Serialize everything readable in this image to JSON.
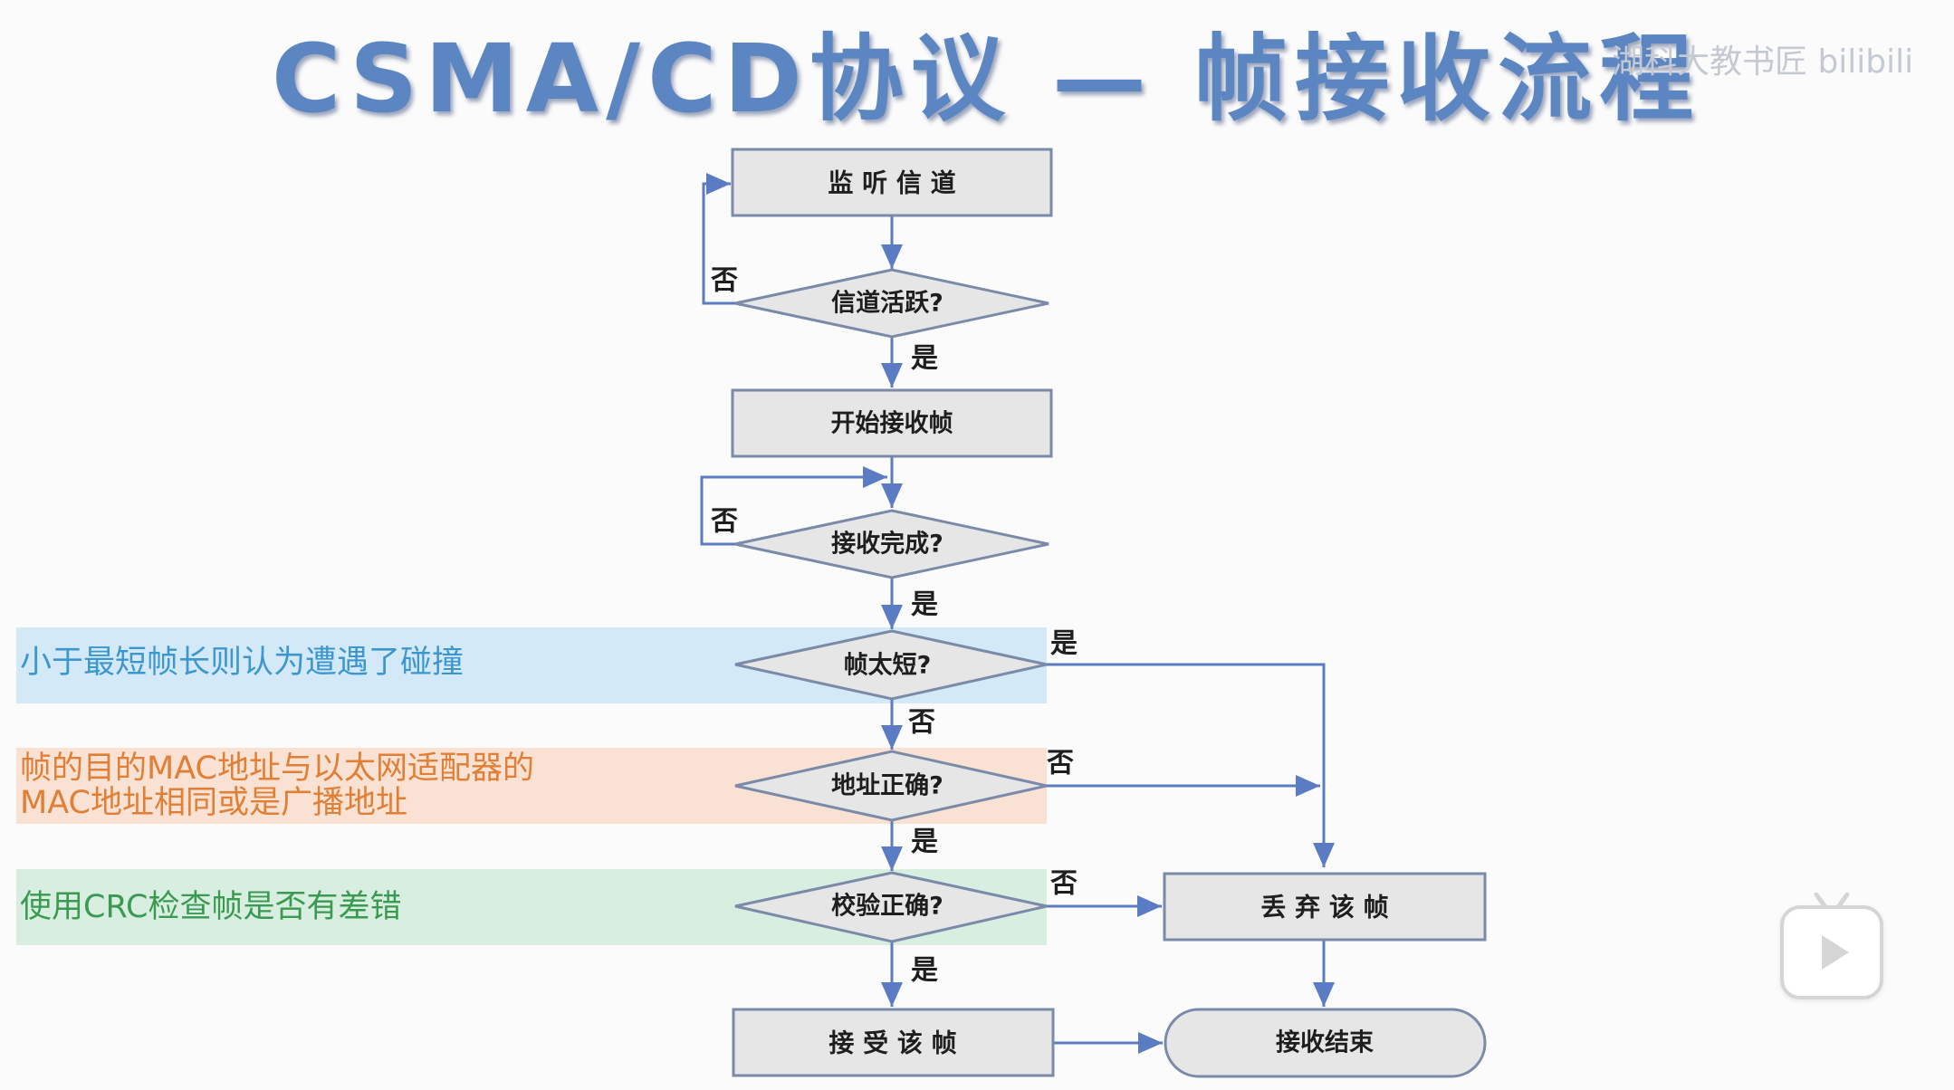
{
  "title": "CSMA/CD协议 — 帧接收流程",
  "watermark": "湖科大教书匠 bilibili",
  "nodes": {
    "listen": "监 听 信 道",
    "channel_active": "信道活跃?",
    "start_receive": "开始接收帧",
    "receive_done": "接收完成?",
    "frame_short": "帧太短?",
    "addr_ok": "地址正确?",
    "crc_ok": "校验正确?",
    "discard": "丢 弃 该 帧",
    "accept": "接 受 该 帧",
    "end": "接收结束"
  },
  "edge_labels": {
    "active_no": "否",
    "active_yes": "是",
    "done_no": "否",
    "done_yes": "是",
    "short_yes": "是",
    "short_no": "否",
    "addr_no": "否",
    "addr_yes": "是",
    "crc_no": "否",
    "crc_yes": "是"
  },
  "notes": {
    "short_frame": "小于最短帧长则认为遭遇了碰撞",
    "addr_line1": "帧的目的MAC地址与以太网适配器的",
    "addr_line2": "MAC地址相同或是广播地址",
    "crc": "使用CRC检查帧是否有差错"
  },
  "colors": {
    "title": "#5c86c2",
    "box_fill": "#e6e6e6",
    "box_stroke": "#7a8aa8",
    "arrow": "#5b7cc4",
    "note_blue": "#3d97cf",
    "note_orange": "#e07f35",
    "note_green": "#3a9a51"
  },
  "icons": [
    "play-icon"
  ]
}
